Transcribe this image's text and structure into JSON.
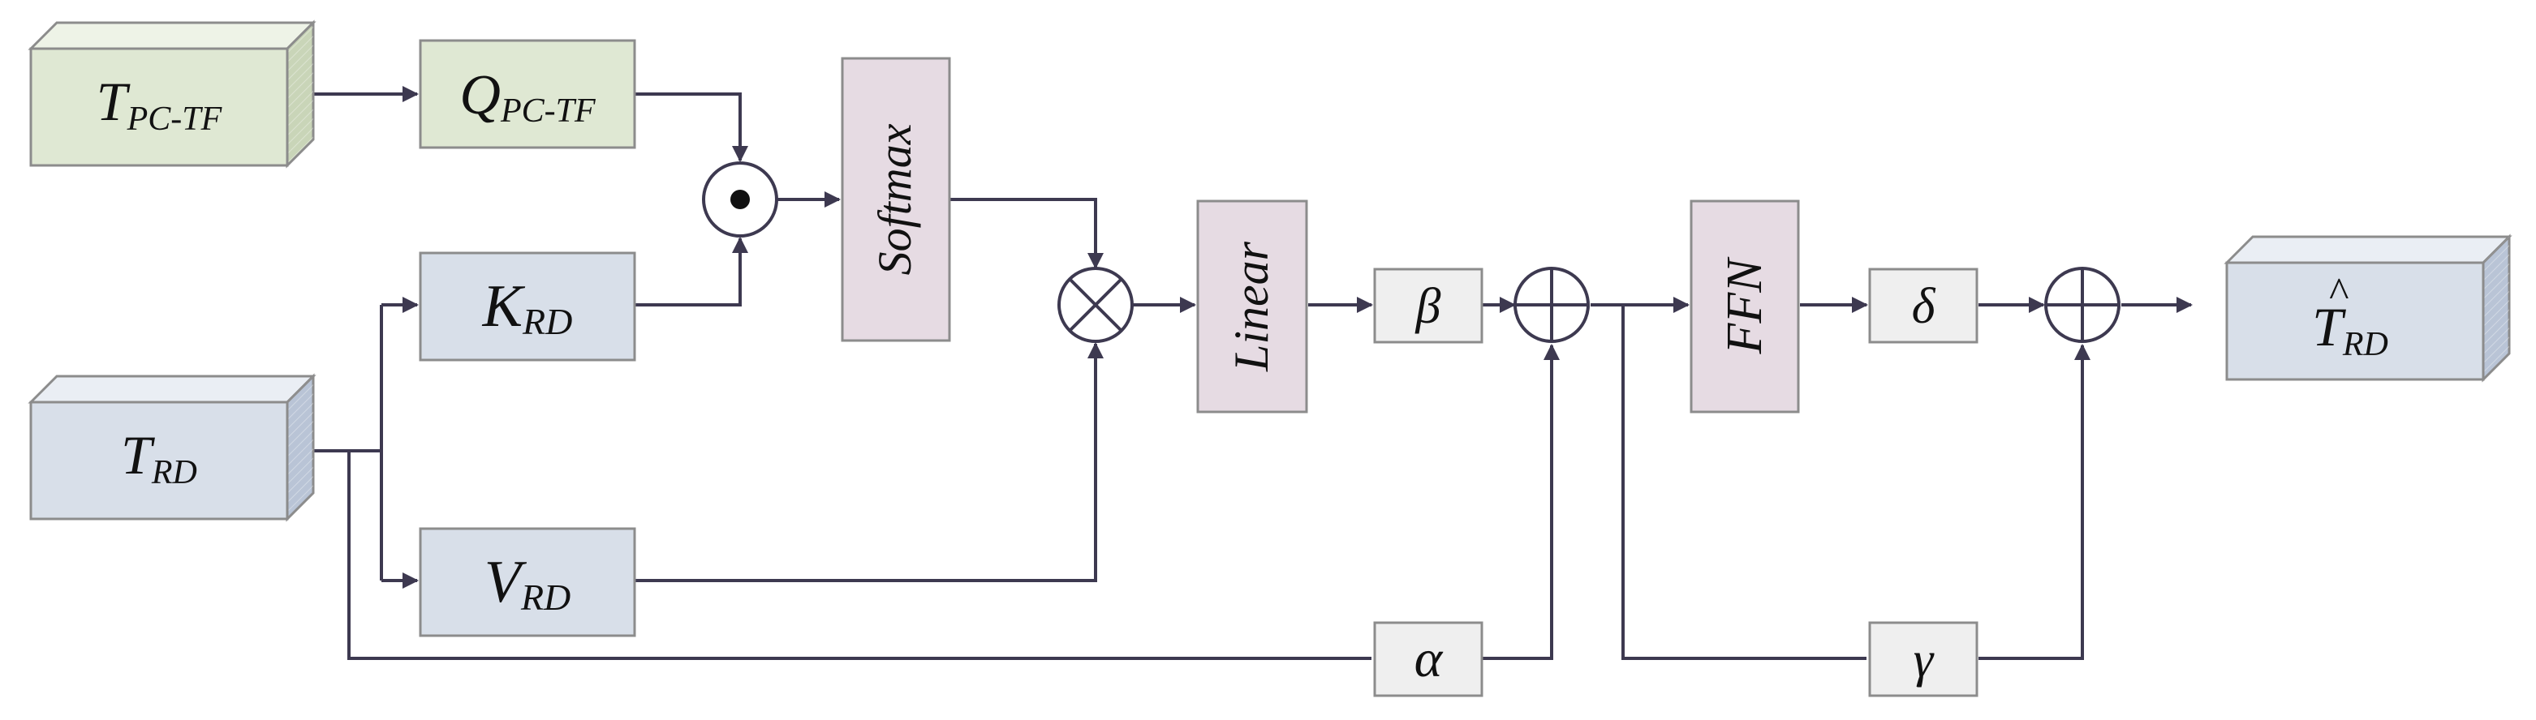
{
  "nodes": {
    "t_pc_tf": {
      "main": "T",
      "sub": "PC-TF"
    },
    "q_pc_tf": {
      "main": "Q",
      "sub": "PC-TF"
    },
    "t_rd": {
      "main": "T",
      "sub": "RD"
    },
    "k_rd": {
      "main": "K",
      "sub": "RD"
    },
    "v_rd": {
      "main": "V",
      "sub": "RD"
    },
    "softmax": {
      "label": "Softmax"
    },
    "linear": {
      "label": "Linear"
    },
    "ffn": {
      "label": "FFN"
    },
    "beta": {
      "label": "β"
    },
    "alpha": {
      "label": "α"
    },
    "delta": {
      "label": "δ"
    },
    "gamma": {
      "label": "γ"
    },
    "output": {
      "main": "T",
      "hat": "^",
      "sub": "RD"
    }
  },
  "operators": {
    "dot_product": "dot-product-icon",
    "multiply": "circle-times-icon",
    "add_1": "circle-plus-icon",
    "add_2": "circle-plus-icon"
  },
  "colors": {
    "green_fill": "#dfe8d3",
    "blue_fill": "#d8dfe9",
    "pink_fill": "#e6dbe3",
    "gray_fill": "#efefef",
    "stroke": "#8c8c8c",
    "wire": "#3d3950"
  }
}
